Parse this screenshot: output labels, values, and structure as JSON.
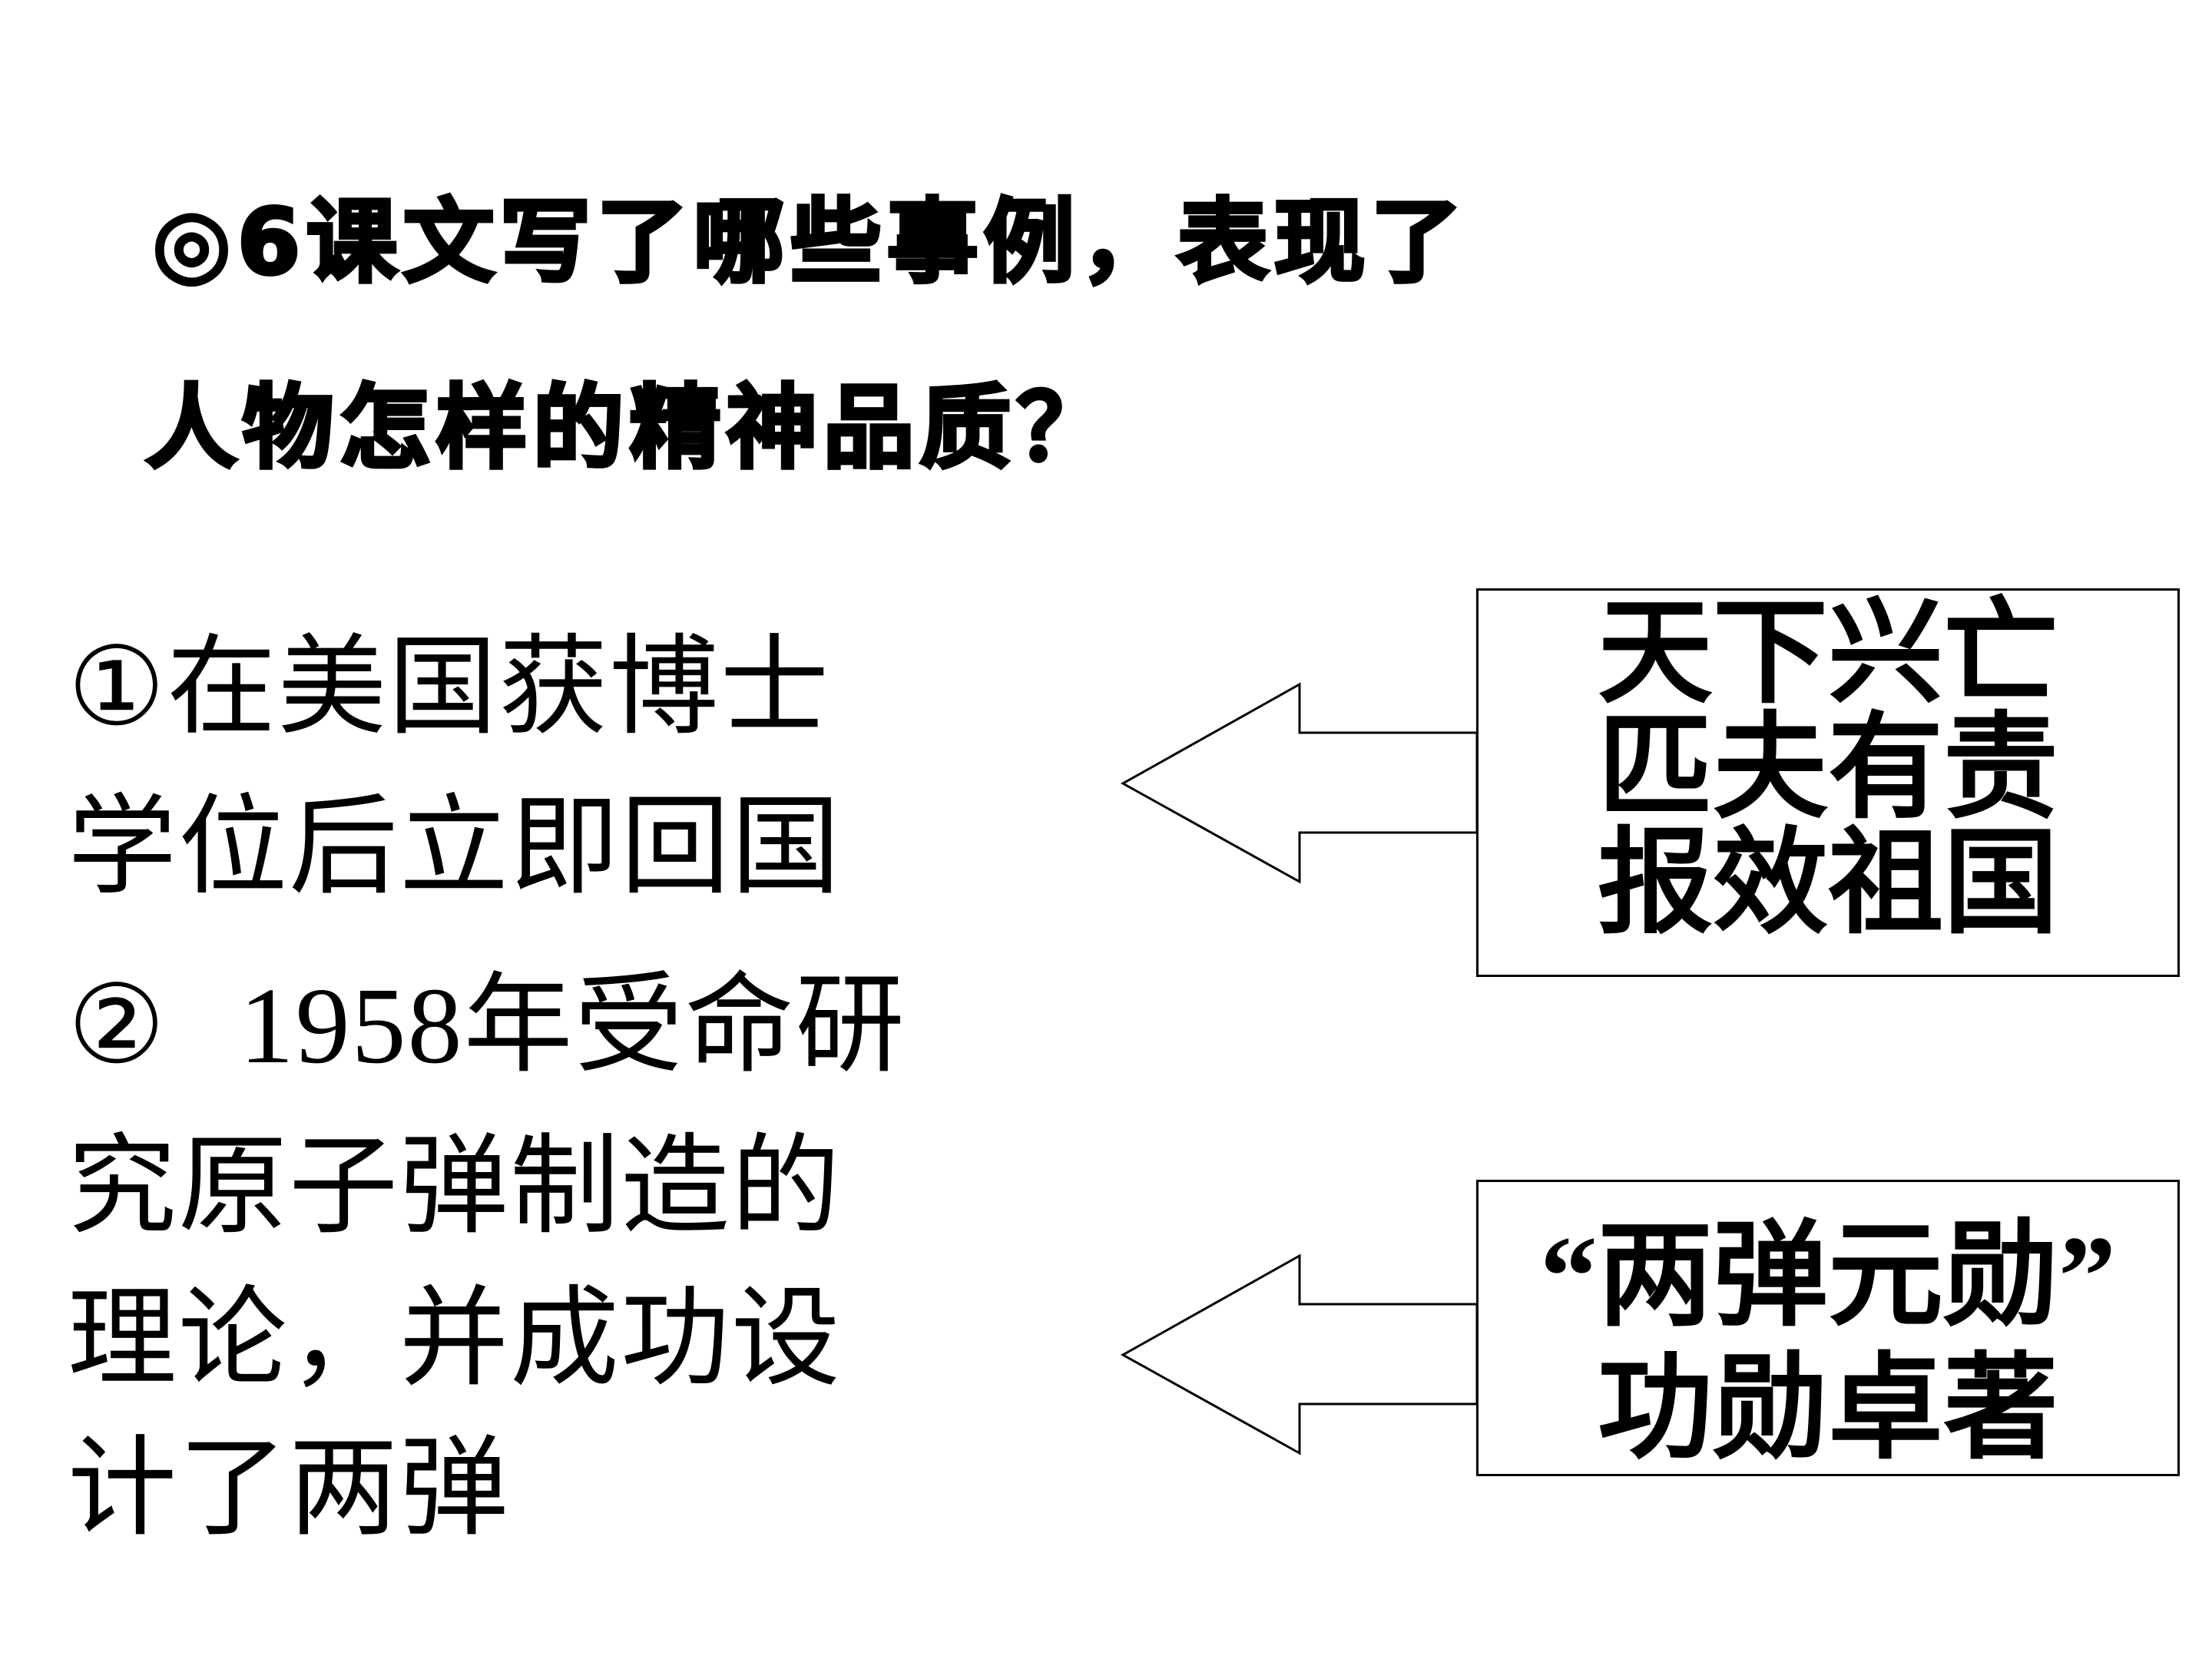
{
  "question": {
    "line1": "◎6课文写了哪些事例，表现了",
    "line2": "人物怎样的精神品质？"
  },
  "events": {
    "event1": {
      "line1": "①在美国获博士",
      "line2": "学位后立即回国"
    },
    "event2": {
      "marker": "②",
      "year": "1958",
      "line1_rest": "年受命研",
      "line2": "究原子弹制造的",
      "line3": "理论，并成功设",
      "line4": "计了两弹"
    }
  },
  "qualities": {
    "box1": {
      "line1": "天下兴亡",
      "line2": "匹夫有责",
      "line3": "报效祖国"
    },
    "box2": {
      "open_quote": "“",
      "line1": "两弹元勋",
      "close_quote": "”",
      "line2": "功勋卓著"
    }
  }
}
